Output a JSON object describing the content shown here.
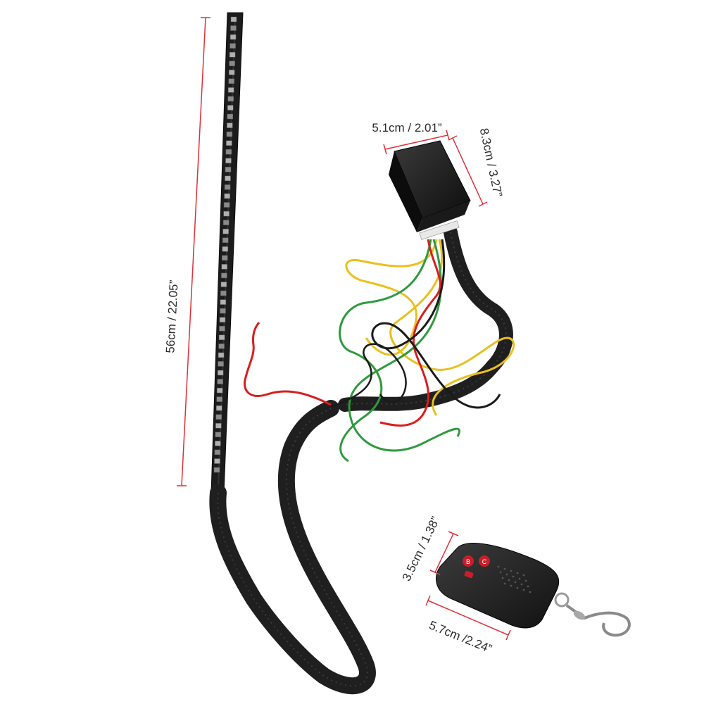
{
  "product": {
    "dimensions": {
      "strip_length": "56cm / 22.05”",
      "controller_width": "5.1cm / 2.01”",
      "controller_height": "8.3cm / 3.27”",
      "remote_height": "3.5cm / 1.38”",
      "remote_width": "5.7cm /2.24”"
    },
    "remote": {
      "button_b": "B",
      "button_c": "C"
    }
  },
  "colors": {
    "dimension_line": "#e0303a",
    "cable": "#222222",
    "wire_red": "#d81e1e",
    "wire_yellow": "#e8c020",
    "wire_green": "#2e9a3e",
    "wire_black": "#1a1a1a"
  }
}
